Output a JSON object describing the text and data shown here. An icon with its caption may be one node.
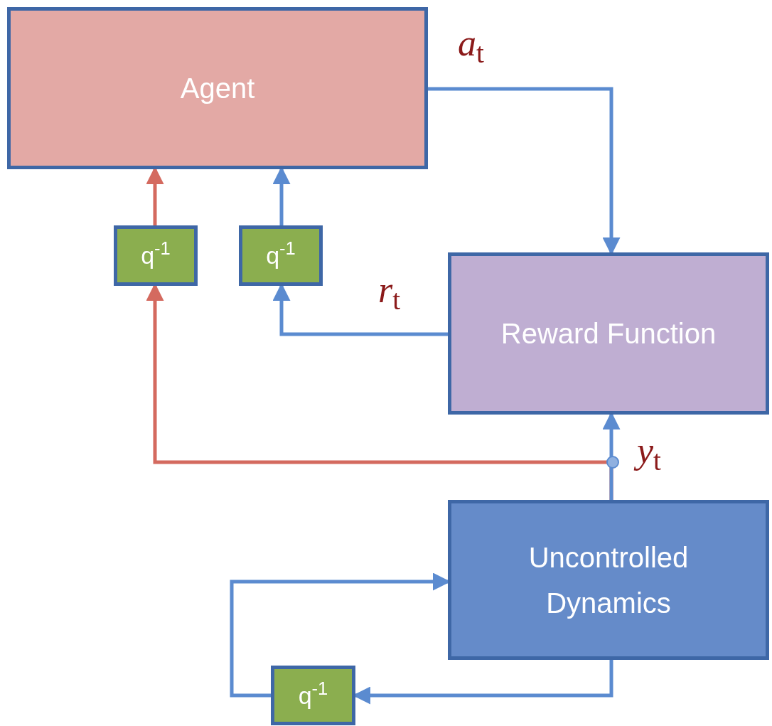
{
  "diagram": {
    "nodes": [
      {
        "text": [
          "Agent"
        ]
      },
      {
        "text": [
          "q$^{-1}$"
        ]
      },
      {
        "text": [
          "q$^{-1}$"
        ]
      },
      {
        "text": [
          "Reward Function"
        ]
      },
      {
        "text": [
          "Uncontrolled Dynamics"
        ]
      },
      {
        "text": [
          "q$^{-1}$"
        ]
      }
    ],
    "edges": [
      {
        "from": 0,
        "to": 3,
        "arrow": "to",
        "label": "*a*$_{t}$"
      },
      {
        "from": 3,
        "to": 2,
        "arrow": "to",
        "label": "*r*$_{t}$"
      },
      {
        "from": 2,
        "to": 0,
        "arrow": "to"
      },
      {
        "from": 1,
        "to": 0,
        "arrow": "to",
        "color": "#d46a5f"
      },
      {
        "from": 4,
        "to": 3,
        "arrow": "to",
        "label": "*y*$_{t}$"
      },
      {
        "from": 4,
        "to": 1,
        "arrow": "to",
        "color": "#d46a5f"
      },
      {
        "from": 4,
        "to": 5,
        "arrow": "to"
      },
      {
        "from": 5,
        "to": 4,
        "arrow": "to"
      }
    ]
  }
}
